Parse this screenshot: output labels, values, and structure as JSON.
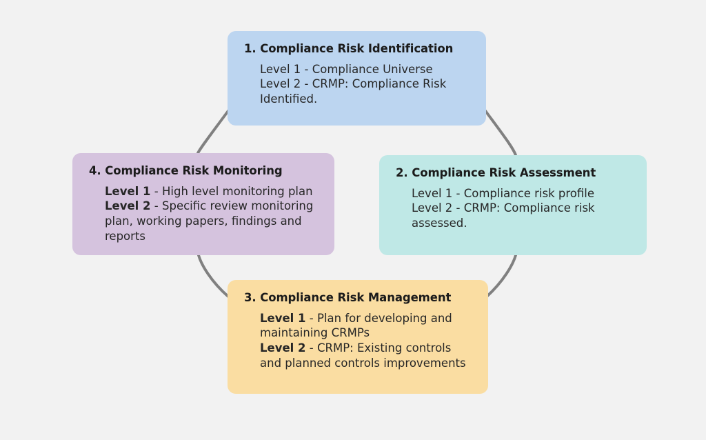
{
  "diagram": {
    "type": "cycle",
    "background_color": "#f2f2f2",
    "connector_color": "#808080",
    "nodes": [
      {
        "id": "node-1",
        "number": "1.",
        "title": "1. Compliance Risk Identification",
        "fill_color": "#bcd5f0",
        "bold_levels": false,
        "lines": [
          {
            "label": "Level 1",
            "text": " - Compliance Universe"
          },
          {
            "label": "Level 2",
            "text": " - CRMP: Compliance Risk"
          },
          {
            "label": "",
            "text": "Identified."
          }
        ]
      },
      {
        "id": "node-2",
        "number": "2.",
        "title": "2. Compliance Risk Assessment",
        "fill_color": "#bfe8e6",
        "bold_levels": false,
        "lines": [
          {
            "label": "Level 1",
            "text": " - Compliance risk profile"
          },
          {
            "label": "Level 2",
            "text": " - CRMP: Compliance risk"
          },
          {
            "label": "",
            "text": "assessed."
          }
        ]
      },
      {
        "id": "node-3",
        "number": "3.",
        "title": "3. Compliance Risk Management",
        "fill_color": "#fadda2",
        "bold_levels": true,
        "lines": [
          {
            "label": "Level 1",
            "text": " - Plan for developing and"
          },
          {
            "label": "",
            "text": "maintaining CRMPs"
          },
          {
            "label": "Level 2",
            "text": " - CRMP: Existing controls"
          },
          {
            "label": "",
            "text": "and planned controls improvements"
          }
        ]
      },
      {
        "id": "node-4",
        "number": "4.",
        "title": "4. Compliance Risk Monitoring",
        "fill_color": "#d5c3de",
        "bold_levels": true,
        "lines": [
          {
            "label": "Level 1",
            "text": " - High level monitoring plan"
          },
          {
            "label": "Level 2",
            "text": " - Specific review monitoring"
          },
          {
            "label": "",
            "text": "plan, working papers, findings and"
          },
          {
            "label": "",
            "text": "reports"
          }
        ]
      }
    ],
    "connectors": [
      {
        "name": "arc-node1-to-node4",
        "from": "node-1",
        "to": "node-4"
      },
      {
        "name": "arc-node1-to-node2",
        "from": "node-1",
        "to": "node-2"
      },
      {
        "name": "arc-node2-to-node3",
        "from": "node-2",
        "to": "node-3"
      },
      {
        "name": "arc-node4-to-node3",
        "from": "node-4",
        "to": "node-3"
      }
    ]
  }
}
